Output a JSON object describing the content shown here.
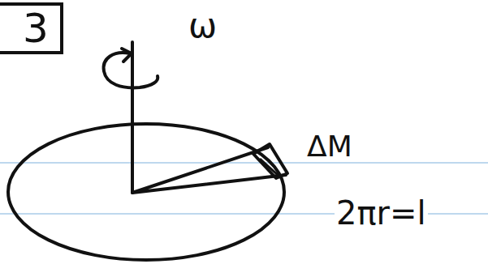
{
  "diagram": {
    "nodes": [
      {
        "text": [
          "3"
        ]
      }
    ],
    "labels": [
      "ω",
      "ΔM",
      "2πr=l"
    ]
  }
}
